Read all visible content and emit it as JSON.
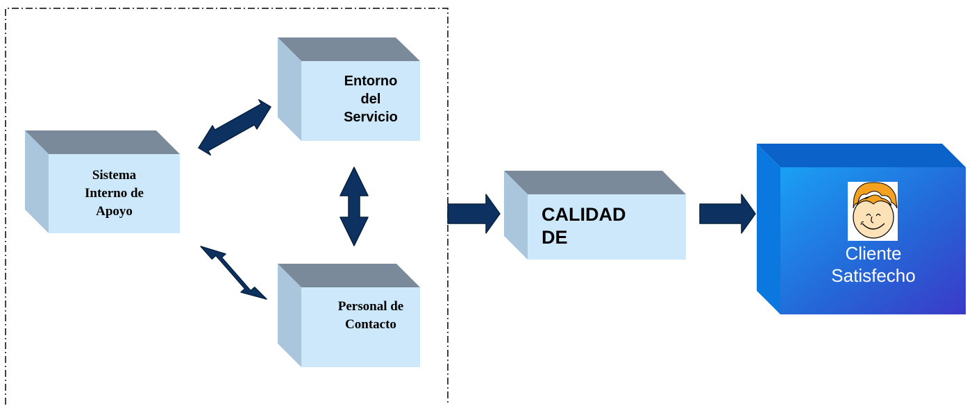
{
  "diagram": {
    "nodes": {
      "sistema": {
        "lines": [
          "Sistema",
          "Interno de",
          "Apoyo"
        ]
      },
      "entorno": {
        "lines": [
          "Entorno",
          "del",
          "Servicio"
        ]
      },
      "personal": {
        "lines": [
          "Personal de",
          "Contacto"
        ]
      },
      "calidad": {
        "lines": [
          "CALIDAD",
          "DE"
        ]
      },
      "cliente": {
        "lines": [
          "Cliente",
          "Satisfecho"
        ]
      }
    },
    "colors": {
      "box_front": "#cce8fa",
      "box_top": "#7a8a9a",
      "box_side": "#a9c6dc",
      "arrow": "#0d3160",
      "arrow_outline": "#06203f",
      "cliente_front": "#1a7fe8",
      "cliente_top": "#0b63c9",
      "cliente_side": "#0a5db8",
      "border": "#000000"
    },
    "icons": {
      "face": "smiling-face-icon"
    }
  }
}
